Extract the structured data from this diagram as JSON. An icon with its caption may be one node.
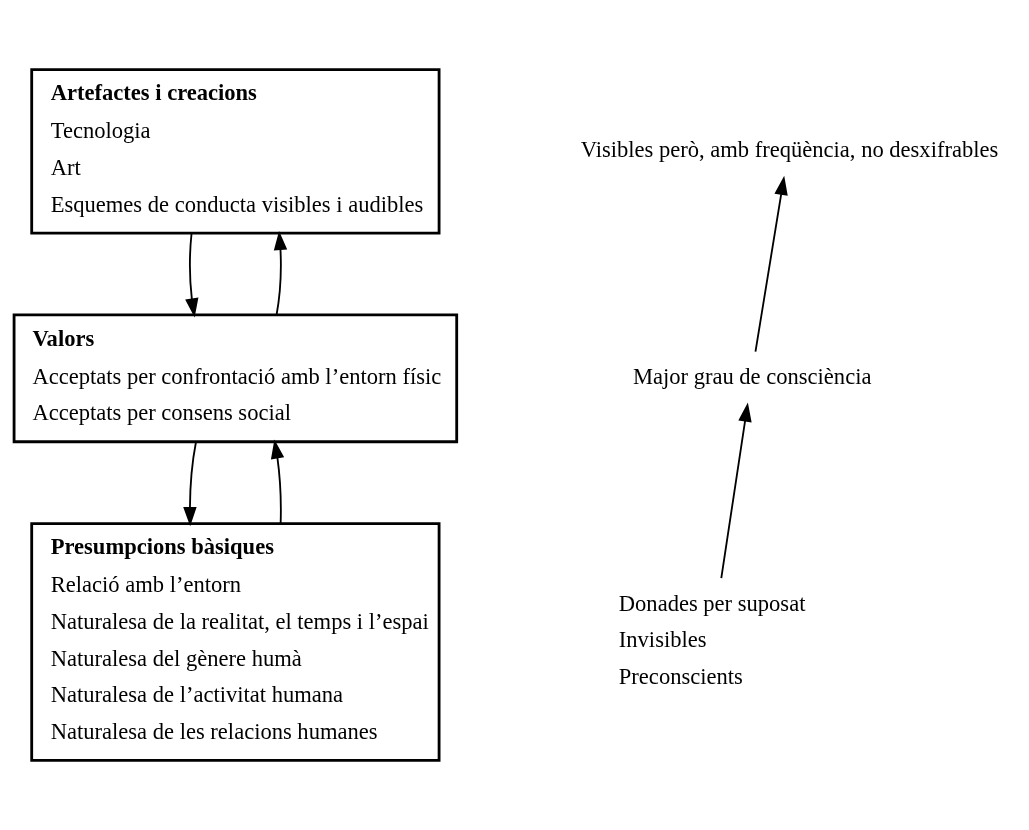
{
  "diagram": {
    "nodes": [
      {
        "text": [
          "Artefactes i creacions",
          "Tecnologia",
          "Art",
          "Esquemes de conducta visibles i audibles"
        ]
      },
      {
        "text": [
          "Valors",
          "Acceptats per confrontació amb l’entorn físic",
          "Acceptats per consens social"
        ]
      },
      {
        "text": [
          "Presumpcions bàsiques",
          "Relació amb l’entorn",
          "Naturalesa de la realitat, el temps i l’espai",
          "Naturalesa del gènere humà",
          "Naturalesa de l’activitat humana",
          "Naturalesa de les relacions humanes"
        ]
      },
      {
        "text": [
          "Visibles però, amb freqüència, no desxifrables"
        ]
      },
      {
        "text": [
          "Major grau de consciència"
        ]
      },
      {
        "text": [
          "Donades per suposat",
          "Invisibles",
          "Preconscients"
        ]
      }
    ],
    "edges": [
      {
        "from": 1,
        "to": 0,
        "arrow": "to"
      },
      {
        "from": 0,
        "to": 1,
        "arrow": "to"
      },
      {
        "from": 2,
        "to": 1,
        "arrow": "to"
      },
      {
        "from": 1,
        "to": 2,
        "arrow": "to"
      },
      {
        "from": 4,
        "to": 3,
        "arrow": "to"
      },
      {
        "from": 5,
        "to": 4,
        "arrow": "to"
      }
    ]
  }
}
